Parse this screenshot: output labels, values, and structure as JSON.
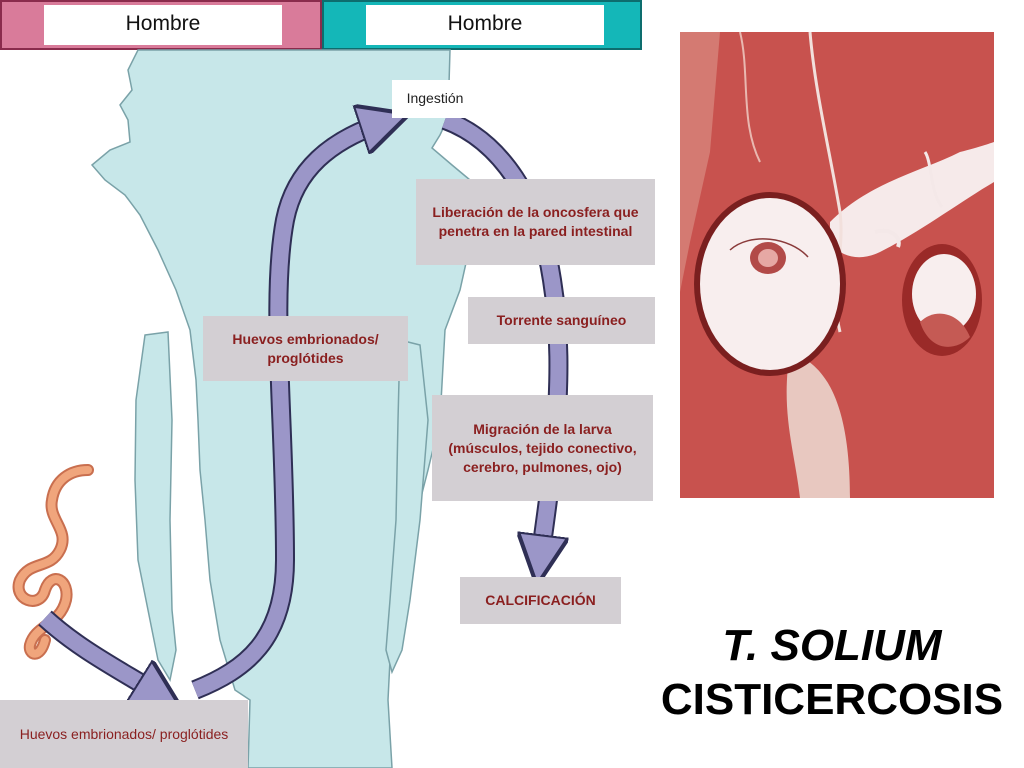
{
  "header": {
    "left_label": "Hombre",
    "right_label": "Hombre"
  },
  "diagram": {
    "ingestion": "Ingestión",
    "release": "Liberación de la oncosfera que penetra en la pared intestinal",
    "bloodstream": "Torrente sanguíneo",
    "migration": "Migración de la larva (músculos, tejido conectivo, cerebro, pulmones, ojo)",
    "calcification": "CALCIFICACIÓN",
    "eggs_center": "Huevos embrionados/ proglótides",
    "eggs_bottom": "Huevos embrionados/ proglótides"
  },
  "title": {
    "line1": "T. SOLIUM",
    "line2": "CISTICERCOSIS"
  },
  "colors": {
    "header_left": "#d97b9a",
    "header_right": "#14b7b8",
    "body_silhouette": "#c7e7e9",
    "arrow": "#9b96c8",
    "box_bg": "#d3cfd3",
    "box_text": "#8a1f1f",
    "tissue": "#c8524e",
    "worm": "#f0a57c"
  }
}
